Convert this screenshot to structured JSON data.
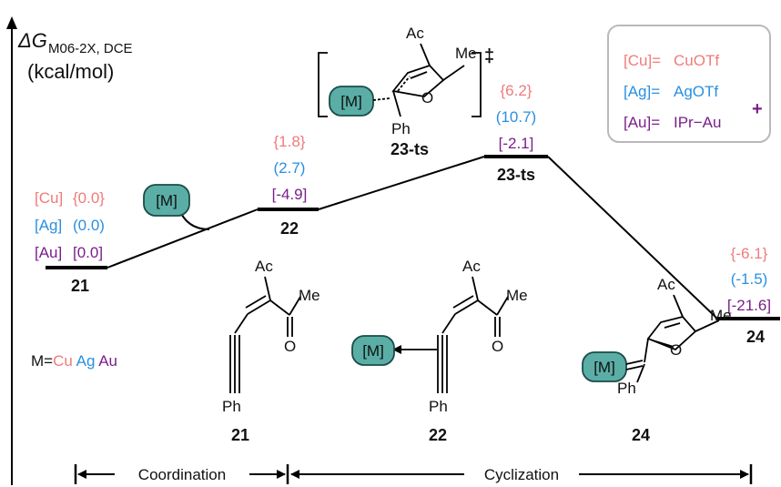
{
  "axis": {
    "symbol": "ΔG",
    "subscript": "M06-2X, DCE",
    "unit": "(kcal/mol)"
  },
  "legend": {
    "cu": {
      "label": "[Cu]=",
      "value": "CuOTf"
    },
    "ag": {
      "label": "[Ag]=",
      "value": "AgOTf"
    },
    "au": {
      "label": "[Au]=",
      "value": "IPr−Au",
      "charge": "+"
    }
  },
  "metal_note": {
    "prefix": "M=",
    "cu": "Cu",
    "ag": "Ag",
    "au": "Au"
  },
  "metal_tag": "[M]",
  "colors": {
    "cu": "#f07b7b",
    "ag": "#2a8fe0",
    "au": "#7a1f8a",
    "metal_fill": "#5aaea6"
  },
  "states": {
    "s21": {
      "name": "21",
      "cu_tag": "[Cu]",
      "ag_tag": "[Ag]",
      "au_tag": "[Au]",
      "cu": "{0.0}",
      "ag": "(0.0)",
      "au": "[0.0]"
    },
    "s22": {
      "name": "22",
      "cu": "{1.8}",
      "ag": "(2.7)",
      "au": "[-4.9]"
    },
    "s23": {
      "name": "23-ts",
      "cu": "{6.2}",
      "ag": "(10.7)",
      "au": "[-2.1]"
    },
    "s24": {
      "name": "24",
      "cu": "{-6.1}",
      "ag": "(-1.5)",
      "au": "[-21.6]"
    }
  },
  "ts_structure": {
    "ac": "Ac",
    "me": "Me",
    "o": "O",
    "ph": "Ph",
    "dagger": "‡",
    "label": "23-ts"
  },
  "molecules": {
    "m21": {
      "ac": "Ac",
      "me": "Me",
      "o": "O",
      "ph": "Ph",
      "label": "21"
    },
    "m22": {
      "ac": "Ac",
      "me": "Me",
      "o": "O",
      "ph": "Ph",
      "label": "22"
    },
    "m24": {
      "ac": "Ac",
      "me": "Me",
      "o": "O",
      "ph": "Ph",
      "label": "24"
    }
  },
  "stages": {
    "coordination": "Coordination",
    "cyclization": "Cyclization"
  }
}
